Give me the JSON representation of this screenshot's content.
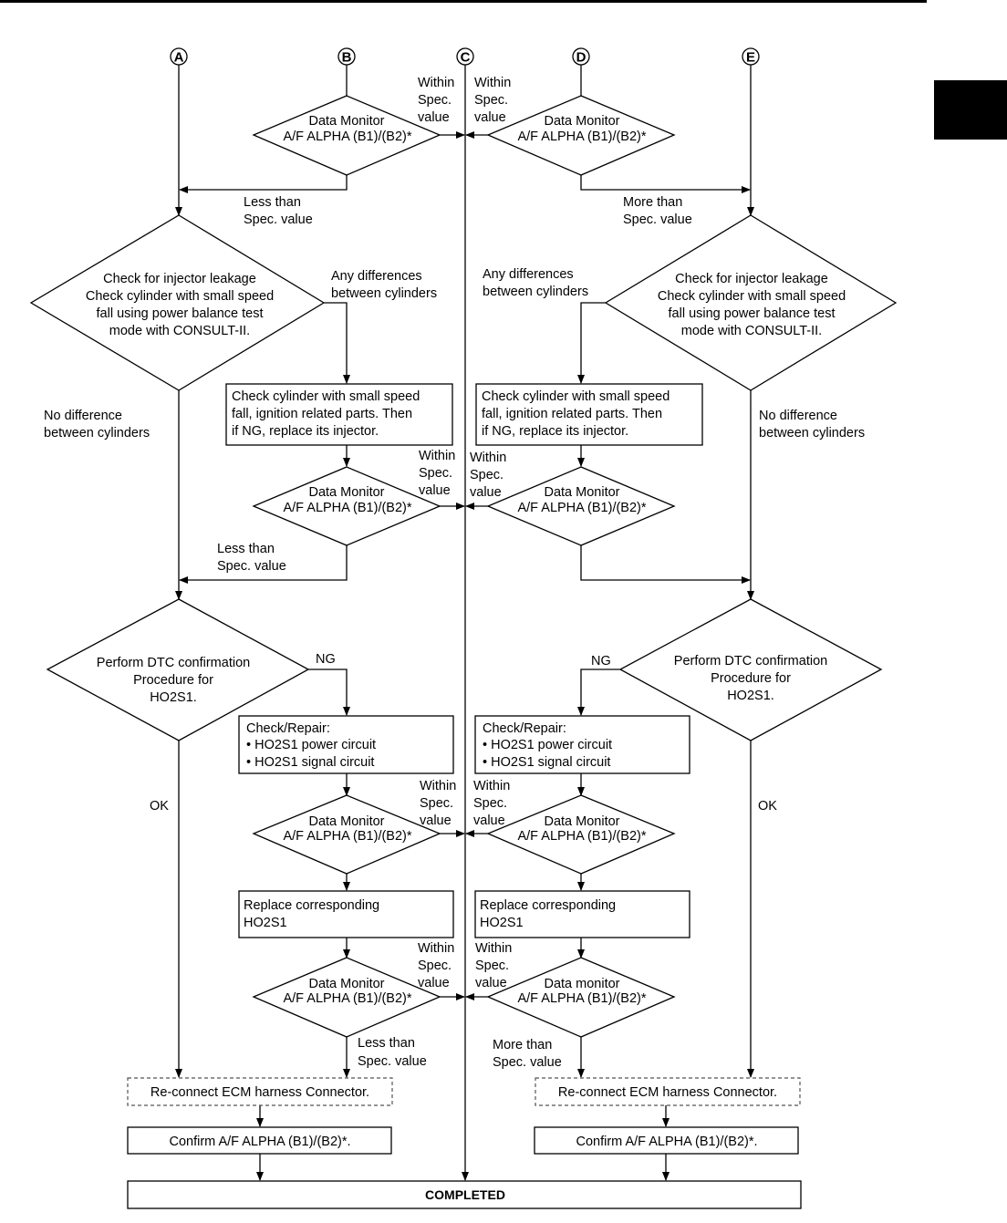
{
  "connectors": [
    "A",
    "B",
    "C",
    "D",
    "E"
  ],
  "data_monitor": {
    "title": "Data Monitor",
    "title_lower": "Data monitor",
    "param": "A/F ALPHA (B1)/(B2)*"
  },
  "within": [
    "Within",
    "Spec.",
    "value"
  ],
  "less_than": [
    "Less than",
    "Spec. value"
  ],
  "more_than": [
    "More than",
    "Spec. value"
  ],
  "any_diff": [
    "Any differences",
    "between cylinders"
  ],
  "no_diff": [
    "No difference",
    "between cylinders"
  ],
  "injector_check": [
    "Check for injector leakage",
    "Check cylinder with small speed",
    "fall using power balance test",
    "mode with CONSULT-II."
  ],
  "cylinder_check": [
    "Check cylinder with small speed",
    "fall, ignition related parts. Then",
    "if NG, replace its injector."
  ],
  "dtc": [
    "Perform DTC confirmation",
    "Procedure for",
    "HO2S1."
  ],
  "ng": "NG",
  "ok": "OK",
  "repair": [
    "Check/Repair:",
    "• HO2S1 power circuit",
    "• HO2S1 signal circuit"
  ],
  "replace": [
    "Replace corresponding",
    "HO2S1"
  ],
  "reconnect": "Re-connect ECM harness Connector.",
  "confirm": "Confirm A/F ALPHA (B1)/(B2)*.",
  "completed": "COMPLETED"
}
